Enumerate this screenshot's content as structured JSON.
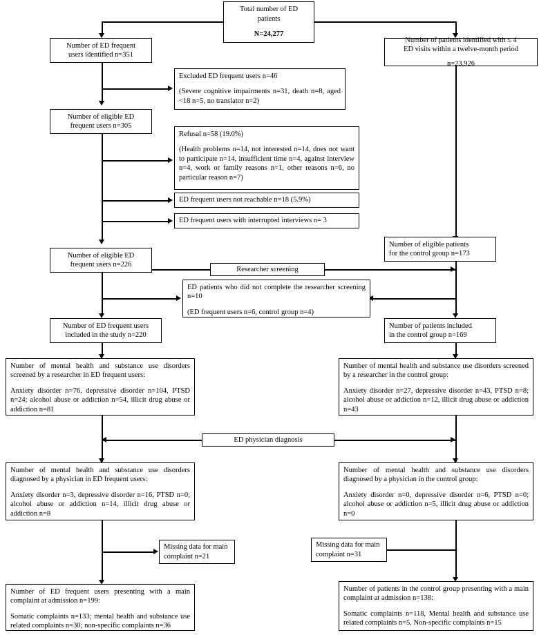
{
  "diagram": {
    "title": "Study flow diagram of ED frequent users and control group",
    "type": "flowchart",
    "nodes": {
      "total_ed": {
        "line1": "Total number of ED",
        "line2": "patients",
        "line3": "N=24,277"
      },
      "frequent_identified": {
        "line1": "Number of ED frequent",
        "line2": "users identified n=351"
      },
      "control_identified": {
        "line1": "Number of patients identified with ≤ 4",
        "line2": "ED visits within a twelve-month period",
        "line3": "n=23,926"
      },
      "excluded": {
        "line1": "Excluded ED frequent users n=46",
        "line2": "(Severe cognitive impairments n=31, death n=8, aged <18 n=5, no translator n=2)"
      },
      "eligible_frequent": {
        "line1": "Number of eligible ED",
        "line2": "frequent users n=305"
      },
      "refusal": {
        "line1": "Refusal n=58 (19.0%)",
        "line2": "(Health problems n=14, not interested n=14, does not want to participate n=14, insufficient time n=4, against interview n=4, work or family reasons n=1, other reasons n=6, no particular reason n=7)"
      },
      "not_reachable": {
        "line1": "ED frequent users not reachable n=18 (5.9%)"
      },
      "interrupted": {
        "line1": "ED frequent users with interrupted interviews n= 3"
      },
      "eligible_frequent_226": {
        "line1": "Number of eligible ED",
        "line2": "frequent users n=226"
      },
      "eligible_control_173": {
        "line1": "Number of eligible patients",
        "line2": "for the control group n=173"
      },
      "researcher_screening_label": {
        "line1": "Researcher screening"
      },
      "not_complete_screening": {
        "line1": "ED patients who did not complete the researcher screening n=10",
        "line2": "(ED frequent users n=6, control group n=4)"
      },
      "included_frequent_220": {
        "line1": "Number of ED frequent users",
        "line2": "included in the study n=220"
      },
      "included_control_169": {
        "line1": "Number of patients included",
        "line2": "in the control group n=169"
      },
      "screened_frequent": {
        "line1": "Number of mental health and substance use disorders screened by a researcher in ED frequent users:",
        "line2": "Anxiety disorder n=76, depressive disorder n=104, PTSD n=24; alcohol abuse or addiction n=54, illicit drug abuse or addiction n=81"
      },
      "screened_control": {
        "line1": "Number of mental health and substance use disorders screened by a researcher in the control group:",
        "line2": "Anxiety disorder n=27, depressive disorder n=43, PTSD n=8; alcohol abuse or addiction n=12, illicit drug abuse or addiction n=43"
      },
      "physician_diagnosis_label": {
        "line1": "ED physician diagnosis"
      },
      "diagnosed_frequent": {
        "line1": "Number of mental health and substance use disorders diagnosed by a physician in ED frequent users:",
        "line2": "Anxiety disorder n=3, depressive disorder n=16, PTSD n=0; alcohol abuse or addiction n=14, illicit drug abuse or addiction n=8"
      },
      "diagnosed_control": {
        "line1": "Number of mental health and substance use disorders diagnosed by a physician in the control group:",
        "line2": "Anxiety disorder n=0, depressive disorder n=6, PTSD n=0; alcohol abuse or addiction n=5, illicit drug abuse or addiction n=0"
      },
      "missing_left": {
        "line1": "Missing data for main",
        "line2": "complaint n=21"
      },
      "missing_right": {
        "line1": "Missing data for main",
        "line2": "complaint n=31"
      },
      "complaint_frequent": {
        "line1": "Number of ED frequent users presenting with a main complaint at admission n=199:",
        "line2": "Somatic complaints n=133; mental health and substance use related complaints n=30; non-specific complaints n=36"
      },
      "complaint_control": {
        "line1": "Number of patients in the control group presenting with a main complaint at admission n=138:",
        "line2": "Somatic complaints n=118, Mental health and substance use related complaints n=5, Non-specific complaints n=15"
      }
    }
  }
}
